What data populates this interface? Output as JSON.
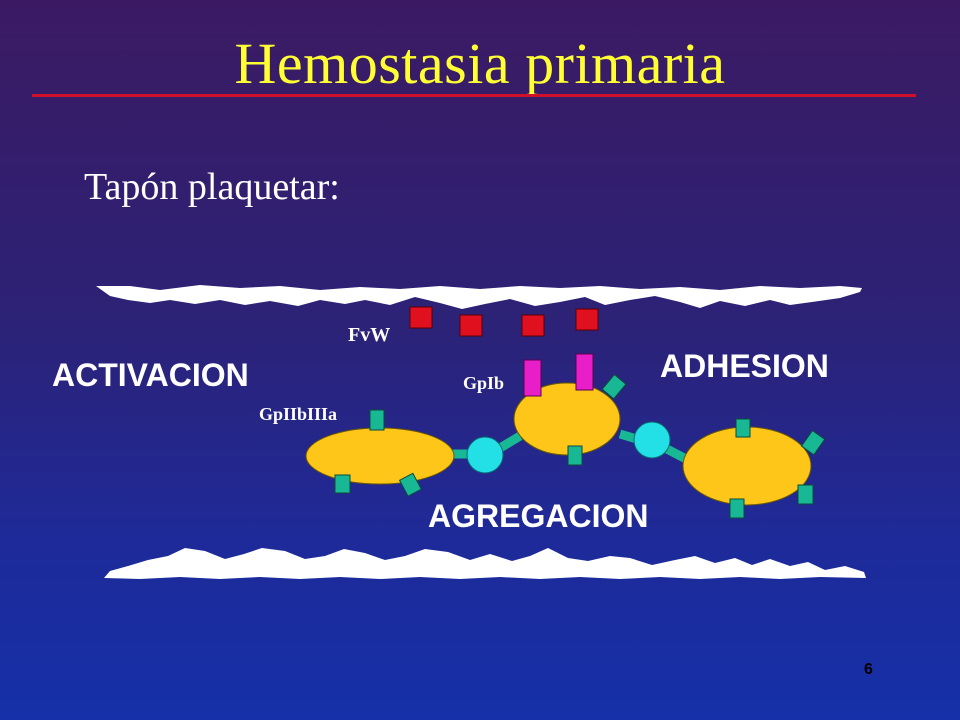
{
  "slide": {
    "title": "Hemostasia primaria",
    "subtitle": "Tapón plaquetar:",
    "page_number": "6"
  },
  "diagram": {
    "labels": {
      "activation": "ACTIVACION",
      "adhesion": "ADHESION",
      "aggregation": "AGREGACION",
      "fvw": "FvW",
      "gpib": "GpIb",
      "gpiibiiia": "GpIIbIIIa"
    }
  },
  "colors": {
    "background_top": "#3b1a63",
    "background_bottom": "#1530a8",
    "title": "#ffff33",
    "rule": "#d0102a",
    "platelet": "#ffc61a",
    "fibrinogen": "#22e0e6",
    "receptor": "#19b894",
    "fvw": "#e0101e",
    "gpib": "#e81ec8",
    "vessel_wall": "#ffffff"
  }
}
